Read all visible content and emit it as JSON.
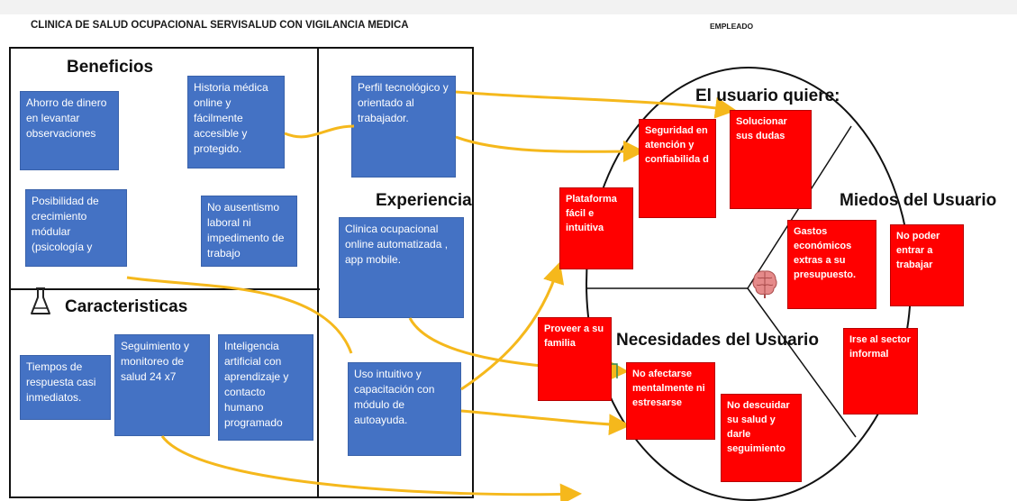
{
  "header": {
    "title": "CLINICA DE SALUD OCUPACIONAL SERVISALUD CON VIGILANCIA MEDICA",
    "persona": "EMPLEADO"
  },
  "left_panel": {
    "beneficios": {
      "heading": "Beneficios",
      "items": [
        "Ahorro de dinero en levantar observaciones",
        "Historia médica online y fácilmente accesible y protegido.",
        "Posibilidad de crecimiento módular (psicología y",
        "No ausentismo laboral ni impedimento de trabajo"
      ]
    },
    "caracteristicas": {
      "heading": "Caracteristicas",
      "icon": "flask-icon",
      "items": [
        "Tiempos de respuesta casi inmediatos.",
        "Seguimiento y monitoreo de salud 24 x7",
        "Inteligencia artificial con aprendizaje y contacto humano programado"
      ]
    },
    "experiencia": {
      "heading": "Experiencia",
      "items": [
        "Perfil tecnológico y orientado al trabajador.",
        "Clinica ocupacional online automatizada , app mobile.",
        "Uso intuitivo y capacitación con módulo de autoayuda."
      ]
    }
  },
  "right_panel": {
    "usuario_quiere": {
      "heading": "El usuario quiere:",
      "items": [
        "Solucionar sus dudas",
        "Seguridad en atención y confiabilida d",
        "Plataforma fácil e intuitiva"
      ]
    },
    "miedos": {
      "heading": "Miedos del Usuario",
      "items": [
        "Gastos económicos extras a su presupuesto.",
        "No poder entrar a trabajar",
        "Irse al sector informal"
      ]
    },
    "necesidades": {
      "heading": "Necesidades del Usuario",
      "items": [
        "Proveer a su familia",
        "No afectarse mentalmente ni estresarse",
        "No descuidar su salud y darle seguimiento"
      ]
    },
    "center_icon": "brain-icon"
  },
  "colors": {
    "blue_box": "#4472c4",
    "red_box": "#ff0000",
    "arrow": "#f5b81c",
    "connector": "#2e8b57"
  }
}
